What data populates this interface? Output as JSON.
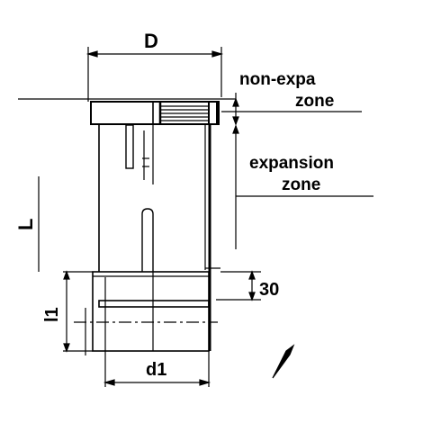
{
  "labels": {
    "D": "D",
    "non_expansion_line1": "non-expa",
    "non_expansion_line2": "zone",
    "expansion_line1": "expansion",
    "expansion_line2": "zone",
    "L": "L",
    "thirty": "30",
    "l1": "l1",
    "d1": "d1"
  },
  "colors": {
    "line": "#000000",
    "background": "#ffffff"
  }
}
